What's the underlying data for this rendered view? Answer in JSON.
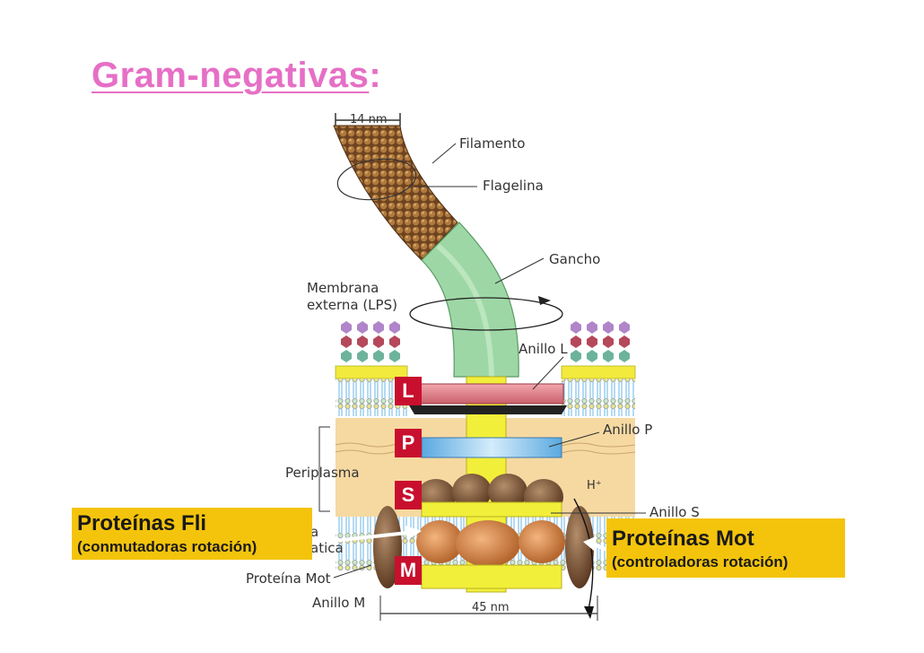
{
  "title": {
    "main": "Gram-negativas",
    "suffix": ":"
  },
  "scale_top": "14 nm",
  "scale_bottom": "45 nm",
  "labels": {
    "filamento": "Filamento",
    "flagelina": "Flagelina",
    "gancho": "Gancho",
    "membrana_line1": "Membrana",
    "membrana_line2": "externa (LPS)",
    "anillo_l": "Anillo L",
    "anillo_p": "Anillo P",
    "periplasma": "Periplasma",
    "h_ion": "H⁺",
    "anillo_s": "Anillo S",
    "proteina_mot": "Proteína Mot",
    "anillo_m": "Anillo M",
    "hidden_partial_1": "a",
    "hidden_partial_2": "atica"
  },
  "ring_letters": {
    "l": "L",
    "p": "P",
    "s": "S",
    "m": "M"
  },
  "callouts": {
    "fli_title": "Proteínas Fli",
    "fli_sub": "(conmutadoras rotación)",
    "mot_title": "Proteínas Mot",
    "mot_sub": "(controladoras rotación)"
  },
  "colors": {
    "title": "#e66fc6",
    "callout": "#f4c40c",
    "letter_box": "#c8102e",
    "filament": "#8b5a2b",
    "hook": "#9ed7a6",
    "rod": "#f2ef3a",
    "l_ring": "#e8848e",
    "p_ring": "#8ec9f0",
    "periplasm": "#f6d9a1"
  }
}
